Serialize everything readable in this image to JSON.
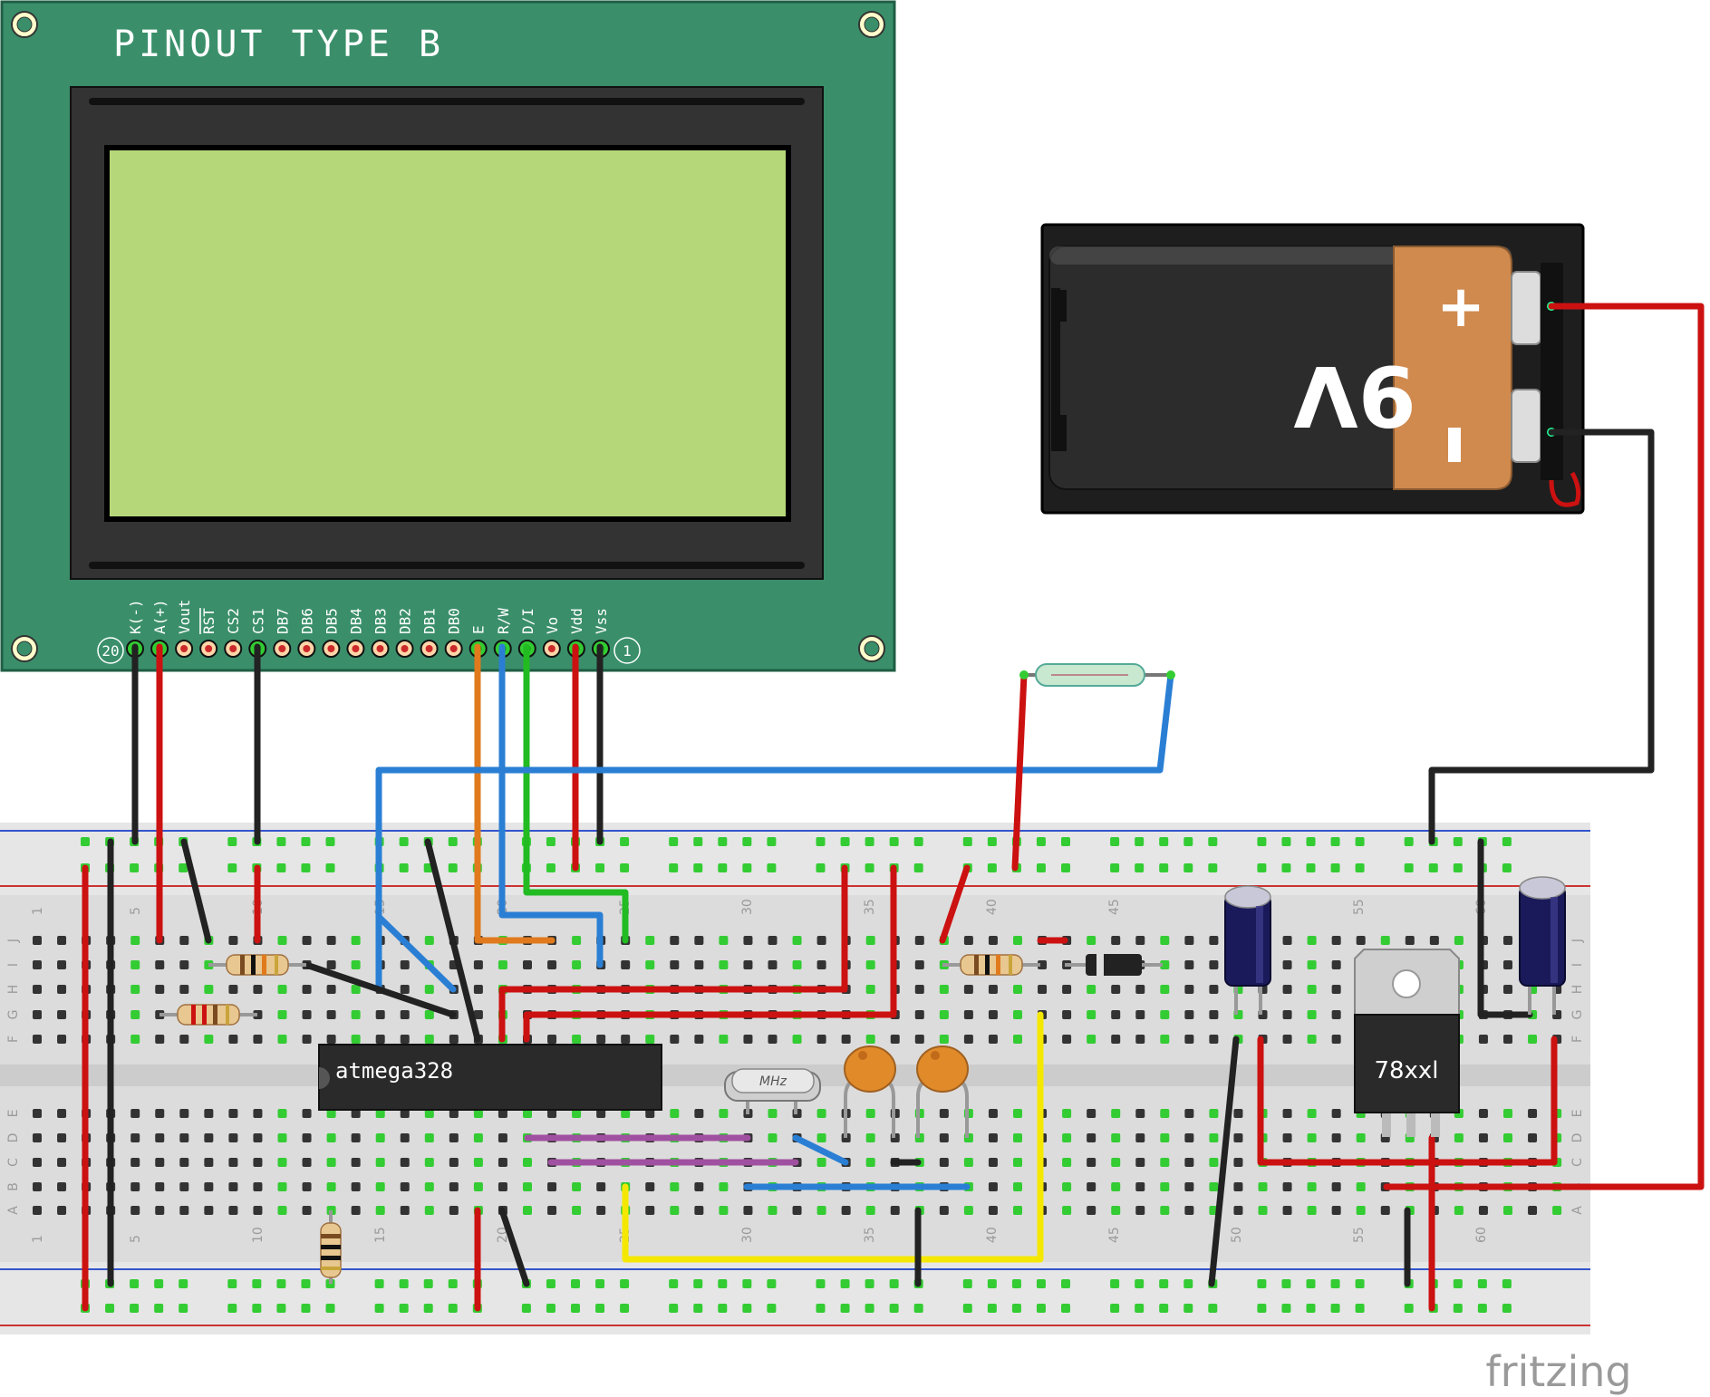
{
  "lcd": {
    "title": "PINOUT TYPE B",
    "pin_left_number": "20",
    "pin_right_number": "1",
    "pins": [
      {
        "label": "K(-)",
        "overline": false
      },
      {
        "label": "A(+)",
        "overline": false
      },
      {
        "label": "Vout",
        "overline": false
      },
      {
        "label": "RST",
        "overline": true
      },
      {
        "label": "CS2",
        "overline": false
      },
      {
        "label": "CS1",
        "overline": false
      },
      {
        "label": "DB7",
        "overline": false
      },
      {
        "label": "DB6",
        "overline": false
      },
      {
        "label": "DB5",
        "overline": false
      },
      {
        "label": "DB4",
        "overline": false
      },
      {
        "label": "DB3",
        "overline": false
      },
      {
        "label": "DB2",
        "overline": false
      },
      {
        "label": "DB1",
        "overline": false
      },
      {
        "label": "DB0",
        "overline": false
      },
      {
        "label": "E",
        "overline": false
      },
      {
        "label": "R/W",
        "overline": false
      },
      {
        "label": "D/I",
        "overline": false
      },
      {
        "label": "Vo",
        "overline": false
      },
      {
        "label": "Vdd",
        "overline": false
      },
      {
        "label": "Vss",
        "overline": false
      }
    ]
  },
  "battery": {
    "label": "9V",
    "plus": "+",
    "minus": "-"
  },
  "chip": {
    "label": "atmega328"
  },
  "crystal": {
    "label": "MHz"
  },
  "regulator": {
    "label": "78xxl"
  },
  "breadboard": {
    "column_numbers": [
      "1",
      "5",
      "10",
      "15",
      "20",
      "25",
      "30",
      "35",
      "40",
      "45",
      "50",
      "55",
      "60"
    ],
    "row_letters_top": [
      "J",
      "I",
      "H",
      "G",
      "F"
    ],
    "row_letters_bottom": [
      "E",
      "D",
      "C",
      "B",
      "A"
    ]
  },
  "brand": {
    "name": "fritzing"
  },
  "colors": {
    "pcb_green": "#3a8f6a",
    "lcd_screen": "#b5d77a",
    "wire_red": "#cc1111",
    "wire_black": "#222222",
    "wire_blue": "#2a7fd4",
    "wire_green": "#22bb22",
    "wire_orange": "#e07a1c",
    "wire_yellow": "#f5e800",
    "wire_purple": "#a050a0"
  }
}
